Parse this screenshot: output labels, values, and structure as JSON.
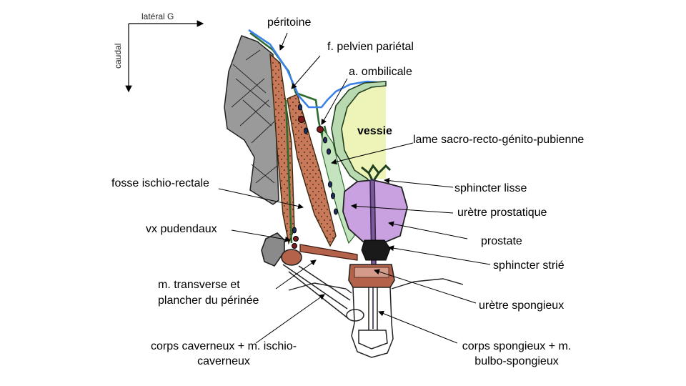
{
  "axes": {
    "lateral": "latéral G",
    "caudal": "caudal"
  },
  "organ_label": "vessie",
  "labels": {
    "peritoine": "péritoine",
    "fascia_pelvien": "f. pelvien pariétal",
    "a_ombilicale": "a. ombilicale",
    "lame": "lame sacro-recto-génito-pubienne",
    "fosse": "fosse ischio-rectale",
    "sphincter_lisse": "sphincter lisse",
    "uretre_prostatique": "urètre prostatique",
    "vx_pudendaux": "vx pudendaux",
    "prostate": "prostate",
    "sphincter_strie": "sphincter strié",
    "transverse_1": "m. transverse et",
    "transverse_2": "plancher du périnée",
    "uretre_spongieux": "urètre spongieux",
    "corps_caverneux_1": "corps caverneux + m. ischio-",
    "corps_caverneux_2": "caverneux",
    "corps_spongieux_1": "corps spongieux + m.",
    "corps_spongieux_2": "bulbo-spongieux"
  },
  "colors": {
    "peritoneum": "#3b82e8",
    "fascia": "#2e6b2e",
    "bone": "#9a9a9a",
    "muscle": "#c8795a",
    "bladder": "#eef3b8",
    "bladder_wall": "#b9d9b0",
    "prostate": "#c9a0e0",
    "urethra": "#7a5a9a",
    "vessel": "#7a1a1a"
  }
}
